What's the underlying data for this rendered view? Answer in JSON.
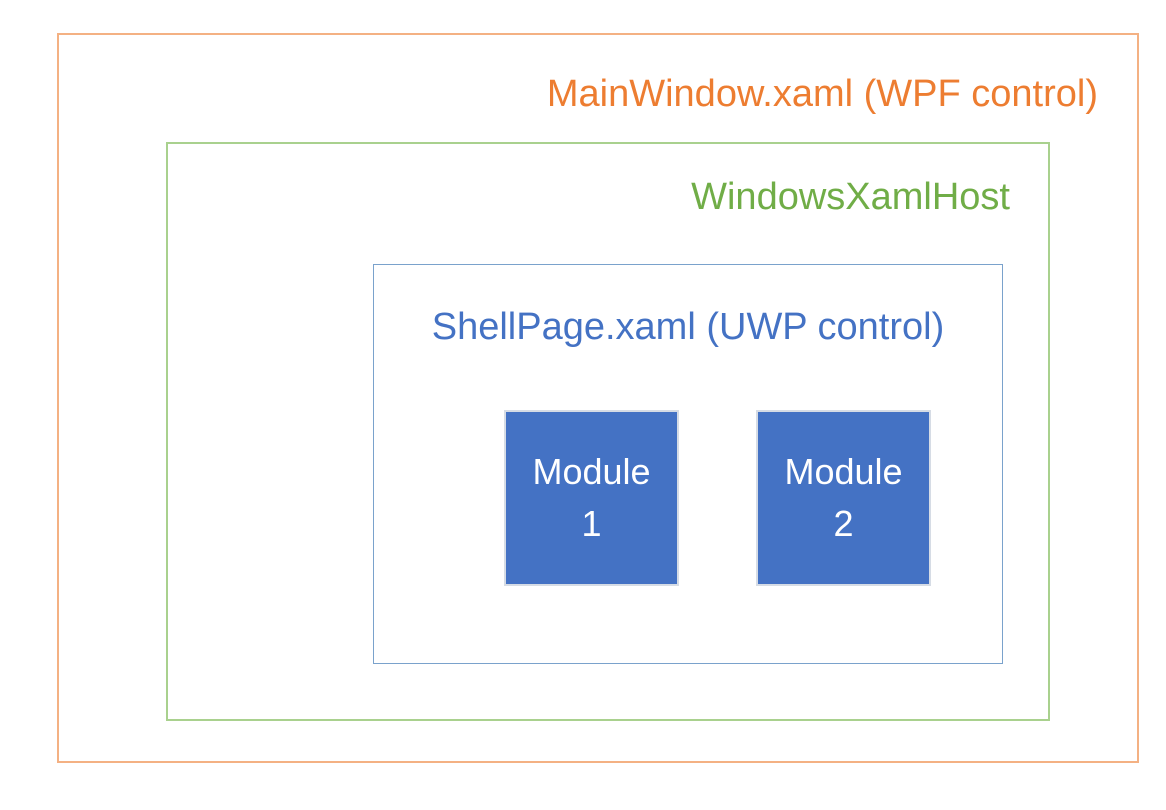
{
  "diagram": {
    "mainwindow": {
      "label": "MainWindow.xaml (WPF control)"
    },
    "xamlhost": {
      "label": "WindowsXamlHost"
    },
    "shellpage": {
      "label": "ShellPage.xaml (UWP control)"
    },
    "modules": [
      {
        "line1": "Module",
        "line2": "1"
      },
      {
        "line1": "Module",
        "line2": "2"
      }
    ]
  },
  "colors": {
    "orange-border": "#F4B183",
    "orange-text": "#ED7D31",
    "green-border": "#A9D18E",
    "green-text": "#70AD47",
    "shell-border": "#7AA2CC",
    "shell-text": "#4472C4",
    "module-fill": "#4472C4",
    "module-border": "#D6DCE5",
    "module-text": "#FFFFFF",
    "page-bg": "#FFFFFF"
  }
}
